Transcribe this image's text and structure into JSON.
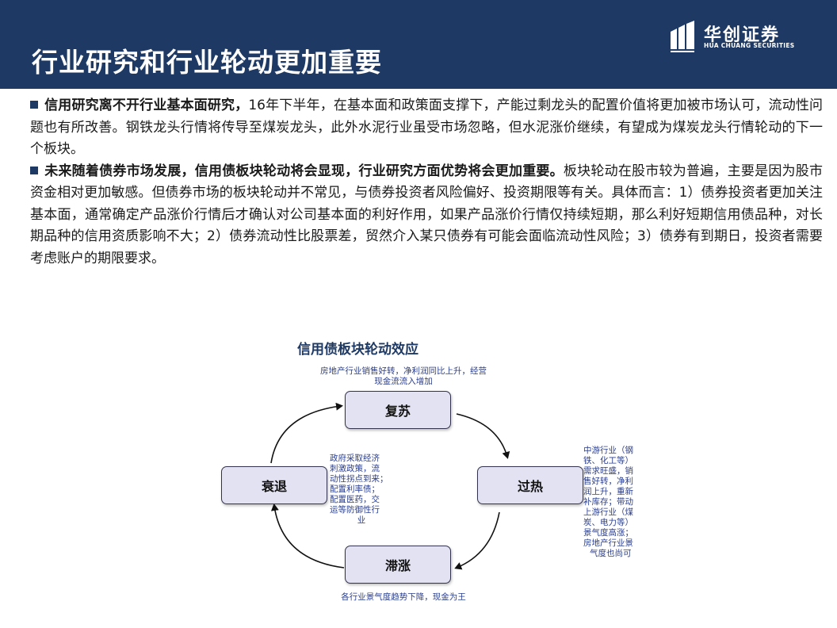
{
  "header": {
    "title": "行业研究和行业轮动更加重要",
    "logo_cn": "华创证券",
    "logo_en": "HUA CHUANG SECURITIES",
    "bg_color": "#1e3a64"
  },
  "paragraphs": [
    {
      "bold": "信用研究离不开行业基本面研究，",
      "text": "16年下半年，在基本面和政策面支撑下，产能过剩龙头的配置价值将更加被市场认可，流动性问题也有所改善。钢铁龙头行情将传导至煤炭龙头，此外水泥行业虽受市场忽略，但水泥涨价继续，有望成为煤炭龙头行情轮动的下一个板块。"
    },
    {
      "bold": "未来随着债券市场发展，信用债板块轮动将会显现，行业研究方面优势将会更加重要。",
      "text": "板块轮动在股市较为普遍，主要是因为股市资金相对更加敏感。但债券市场的板块轮动并不常见，与债券投资者风险偏好、投资期限等有关。具体而言：1）债券投资者更加关注基本面，通常确定产品涨价行情后才确认对公司基本面的利好作用，如果产品涨价行情仅持续短期，那么利好短期信用债品种，对长期品种的信用资质影响不大；2）债券流动性比股票差，贸然介入某只债券有可能会面临流动性风险；3）债券有到期日，投资者需要考虑账户的期限要求。"
    }
  ],
  "diagram": {
    "title": "信用债板块轮动效应",
    "nodes": {
      "recovery": "复苏",
      "overheat": "过热",
      "stagflation": "滞涨",
      "recession": "衰退"
    },
    "notes": {
      "recovery": [
        "房地产行业销售好转，净利润同比上升，经营",
        "现金流流入增加"
      ],
      "overheat": [
        "中游行业（钢",
        "铁、化工等）",
        "需求旺盛，销",
        "售好转，净利",
        "润上升，重新",
        "补库存；带动",
        "上游行业（煤",
        "炭、电力等）",
        "景气度高涨；",
        "房地产行业景",
        "气度也尚可"
      ],
      "recession": [
        "政府采取经济",
        "刺激政策，流",
        "动性拐点到来；",
        "配置利率债；",
        "配置医药，交",
        "运等防御性行",
        "业"
      ],
      "stagflation": [
        "各行业景气度趋势下降，现金为王"
      ]
    },
    "colors": {
      "node_fill": "#e3e2f2",
      "note_text": "#2a3e8e",
      "title": "#1e3a64"
    }
  }
}
